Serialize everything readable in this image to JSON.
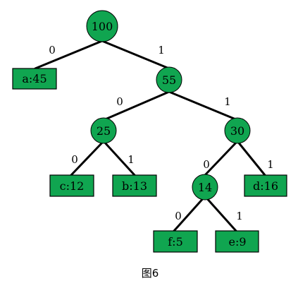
{
  "colors": {
    "node_fill": "#10a550",
    "stroke": "#000000"
  },
  "nodes": {
    "root": "100",
    "n55": "55",
    "n25": "25",
    "n30": "30",
    "n14": "14"
  },
  "leaves": {
    "a": "a:45",
    "c": "c:12",
    "b": "b:13",
    "d": "d:16",
    "f": "f:5",
    "e": "e:9"
  },
  "edges": {
    "root_a": "0",
    "root_55": "1",
    "n55_25": "0",
    "n55_30": "1",
    "n25_c": "0",
    "n25_b": "1",
    "n30_14": "0",
    "n30_d": "1",
    "n14_f": "0",
    "n14_e": "1"
  },
  "caption": "图6"
}
